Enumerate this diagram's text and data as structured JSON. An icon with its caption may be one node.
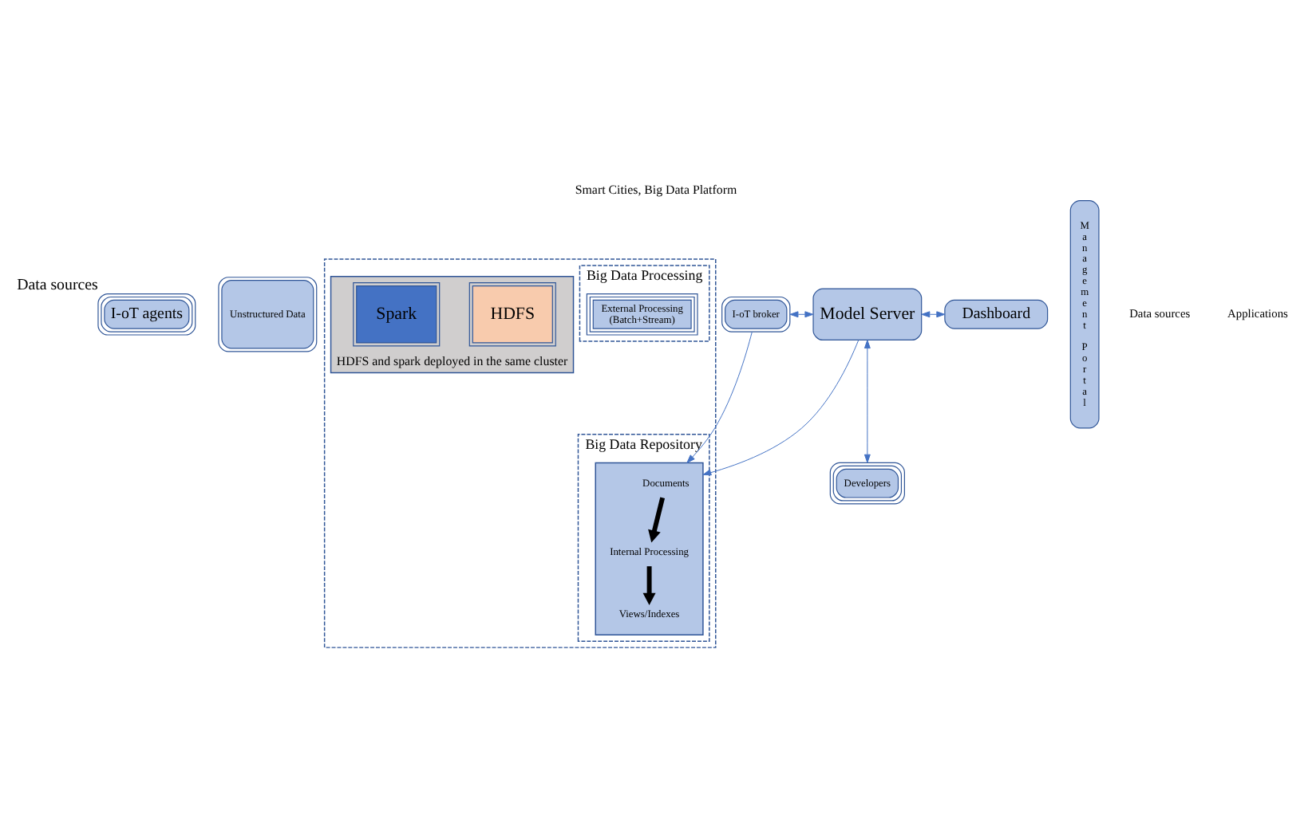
{
  "diagram": {
    "title": "Smart Cities, Big Data Platform",
    "nodes": [
      {
        "text": [
          "I-oT agents"
        ],
        "beside": [
          "Data sources"
        ]
      },
      {
        "text": [
          "Unstructured Data"
        ]
      },
      {
        "text": [
          "I-oT broker"
        ]
      },
      {
        "text": [
          "Model Server"
        ]
      },
      {
        "text": [],
        "shape": "box"
      },
      {
        "text": [
          "Big Data Repository"
        ],
        "in": 4
      },
      {
        "text": [
          "Big Data Processing"
        ],
        "in": 4
      },
      {
        "text": [
          "HDFS and spark deployed in the same cluster"
        ],
        "in": 4
      },
      {
        "text": [
          "HDFS"
        ],
        "in": 7
      },
      {
        "text": [
          "Spark"
        ],
        "in": 7
      },
      {
        "text": [],
        "shape": "box",
        "in": 5
      },
      {
        "text": [
          "Documents"
        ],
        "in": 10
      },
      {
        "text": [
          "Internal Processing"
        ],
        "in": 10
      },
      {
        "text": [
          "Views/Indexes"
        ],
        "in": 10
      },
      {
        "text": [
          "External Processing",
          "(Batch+Stream)"
        ],
        "in": 6
      },
      {
        "text": [
          "Management Portal"
        ]
      },
      {
        "text": [
          "Dashboard"
        ]
      },
      {
        "text": [
          "Developers"
        ]
      }
    ],
    "edges": [
      {
        "from": 2,
        "to": 3,
        "arrow": "both"
      },
      {
        "from": 2,
        "to": 10,
        "arrow": "to"
      },
      {
        "from": 3,
        "to": 10,
        "arrow": "to"
      },
      {
        "from": 3,
        "to": 16,
        "arrow": "both"
      },
      {
        "from": 3,
        "to": 17,
        "arrow": "both"
      },
      {
        "from": 11,
        "to": 12,
        "arrow": "to",
        "style": "thick",
        "color": "#000000"
      },
      {
        "from": 12,
        "to": 13,
        "arrow": "to",
        "style": "thick",
        "color": "#000000"
      }
    ],
    "labels": [
      "Data sources",
      "Applications"
    ]
  }
}
